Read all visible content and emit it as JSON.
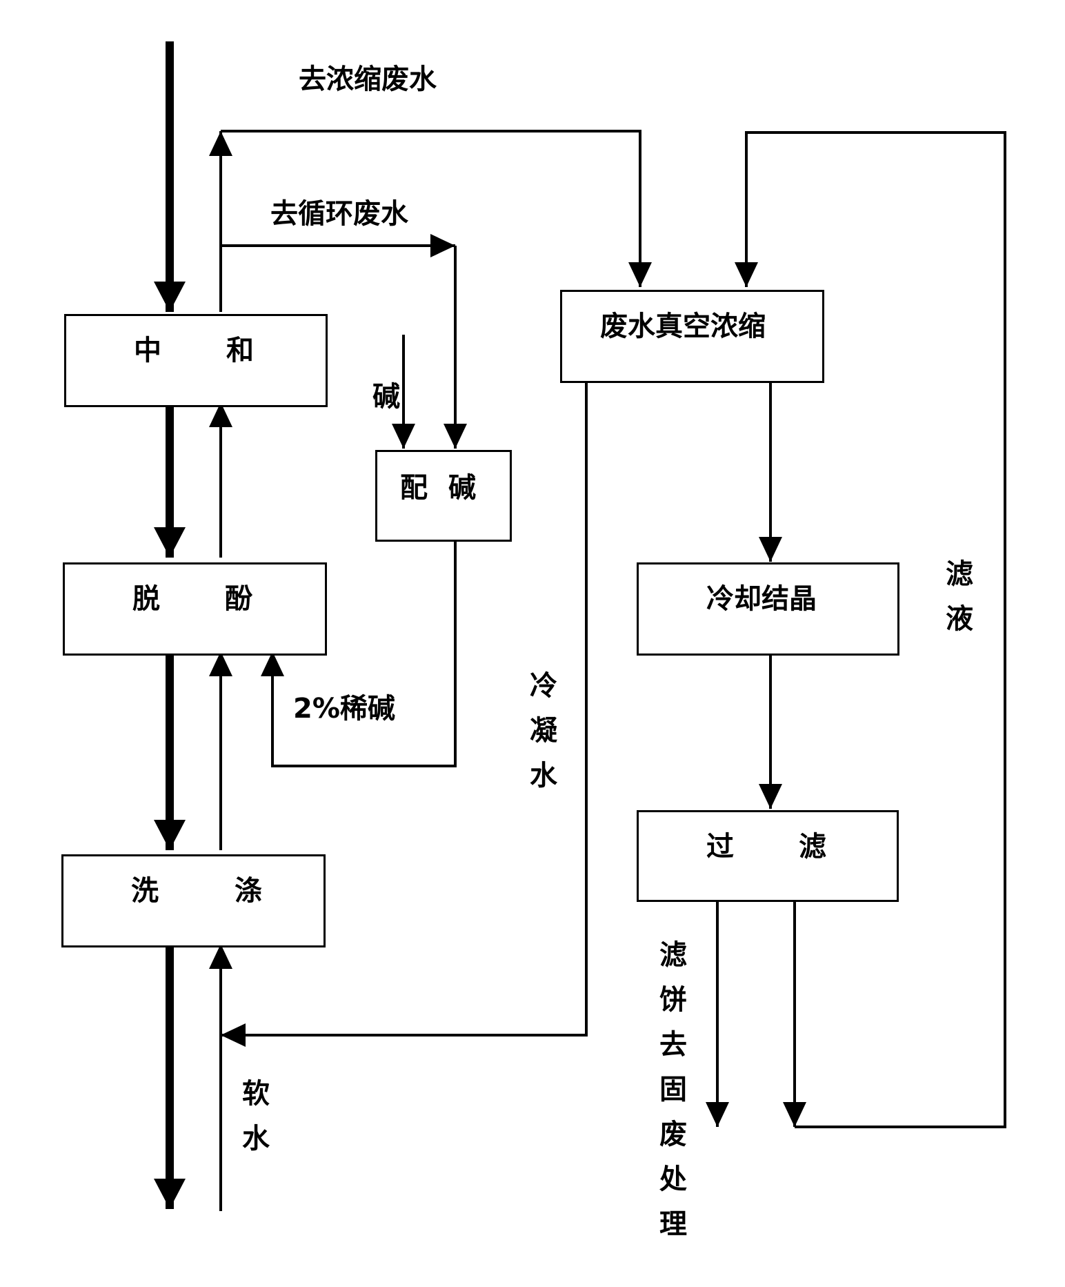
{
  "processes": {
    "neutralize": [
      "中",
      "和"
    ],
    "dephenol": [
      "脱",
      "酚"
    ],
    "wash": [
      "洗",
      "涤"
    ],
    "alkali_prep": [
      "配",
      "碱"
    ],
    "vacuum_concentration": "废水真空浓缩",
    "cooling_crystallization": "冷却结晶",
    "filtration": [
      "过",
      "滤"
    ]
  },
  "labels": {
    "to_concentrate_wastewater": "去浓缩废水",
    "to_recycle_wastewater": "去循环废水",
    "alkali": "碱",
    "dilute_alkali": "2%稀碱",
    "condensate_water": "冷凝水",
    "filtrate": "滤液",
    "soft_water": "软水",
    "filter_cake_disposal": "滤饼去固废处理"
  }
}
